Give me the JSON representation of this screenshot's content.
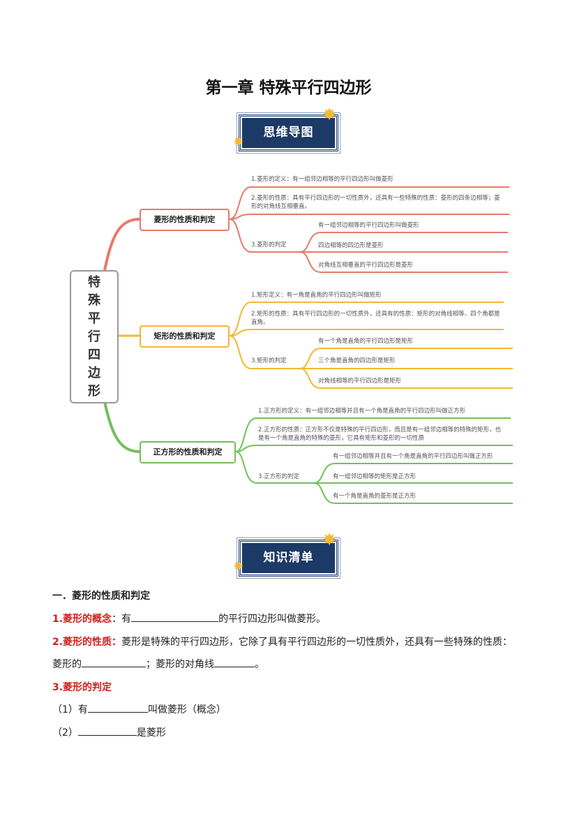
{
  "title": "第一章 特殊平行四边形",
  "banner_mindmap": "思维导图",
  "banner_knowledge": "知识清单",
  "mindmap": {
    "root": [
      "特",
      "殊",
      "平",
      "行",
      "四",
      "边",
      "形"
    ],
    "colors": {
      "rhombus": "#e8796b",
      "rectangle": "#f5b731",
      "square": "#72c05a"
    },
    "rhombus": {
      "label": "菱形的性质和判定",
      "def": "1.菱形的定义：有一组邻边相等的平行四边形叫做菱形",
      "prop": "2.菱形的性质：具有平行四边形的一切性质外，还具有一些特殊的性质：菱形的四条边相等；菱形的对角线互相垂直。",
      "judge": "3.菱形的判定",
      "judges": [
        "有一组邻边相等的平行四边形叫做菱形",
        "四边相等的四边形是菱形",
        "对角线互相垂直的平行四边形是菱形"
      ]
    },
    "rectangle": {
      "label": "矩形的性质和判定",
      "def": "1.矩形定义：有一角是直角的平行四边形叫做矩形",
      "prop": "2.矩形的性质：具有平行四边形的一切性质外，还具有的性质：矩形的对角线相等、四个角都是直角。",
      "judge": "3.矩形的判定",
      "judges": [
        "有一个角是直角的平行四边形是矩形",
        "三个角是直角的四边形是矩形",
        "对角线相等的平行四边形是矩形"
      ]
    },
    "square": {
      "label": "正方形的性质和判定",
      "def": "1.正方形的定义：有一组邻边相等并且有一个角是直角的平行四边形叫做正方形",
      "prop": "2.正方形的性质：正方形不仅是特殊的平行四边形，而且是有一组邻边相等的特殊的矩形，也是有一个角是直角的特殊的菱形，它具有矩形和菱形的一切性质",
      "judge": "3.正方形的判定",
      "judges": [
        "有一组邻边相等并且有一个角是直角的平行四边形叫做正方形",
        "有一组邻边相等的矩形是正方形",
        "有一个角是直角的菱形是正方形"
      ]
    }
  },
  "section": {
    "heading": "一．菱形的性质和判定",
    "l1_label": "1.菱形的概念",
    "l1_a": "：有",
    "l1_b": "的平行四边形叫做菱形。",
    "l2_label": "2.菱形的性质：",
    "l2_text": "菱形是特殊的平行四边形，它除了具有平行四边形的一切性质外，还具有一些特殊的性质：",
    "l3_a": "菱形的",
    "l3_b": "；菱形的对角线",
    "l3_c": "。",
    "l4_label": "3.菱形的判定",
    "l5_a": "（1）有",
    "l5_b": "叫做菱形（概念）",
    "l6_a": "（2）",
    "l6_b": "是菱形"
  }
}
